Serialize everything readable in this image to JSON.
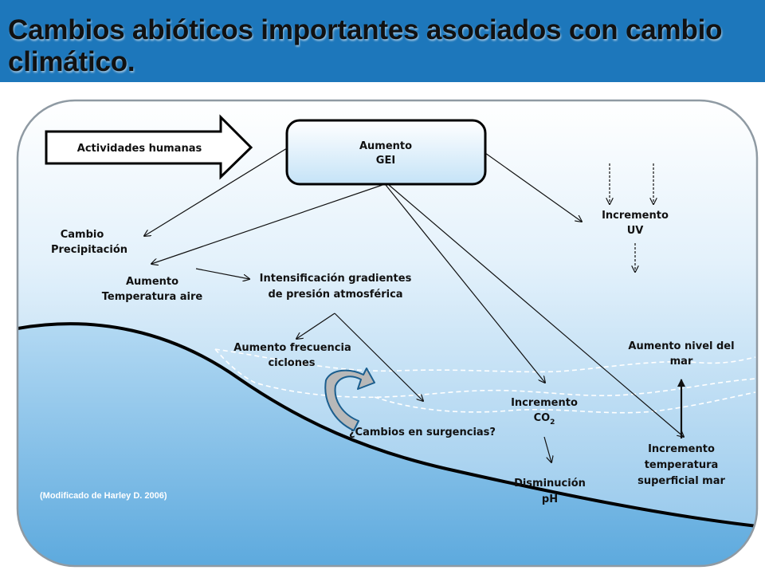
{
  "title": "Cambios abióticos importantes asociados con cambio climático.",
  "nodes": {
    "actividades_humanas": "Actividades humanas",
    "aumento_gei": [
      "Aumento",
      "GEI"
    ],
    "cambio_precipitacion": [
      "Cambio",
      "Precipitación"
    ],
    "aumento_temperatura_aire": [
      "Aumento",
      "Temperatura aire"
    ],
    "intensificacion": [
      "Intensificación gradientes",
      "de presión atmosférica"
    ],
    "incremento_uv": [
      "Incremento",
      "UV"
    ],
    "aumento_frecuencia_ciclones": [
      "Aumento frecuencia",
      "ciclones"
    ],
    "aumento_nivel_mar": [
      "Aumento nivel del",
      "mar"
    ],
    "incremento_co2": [
      "Incremento",
      "CO",
      "2"
    ],
    "cambios_surgencias": "¿Cambios en surgencias?",
    "incremento_temperatura_mar": [
      "Incremento",
      "temperatura",
      "superficial mar"
    ],
    "disminucion_ph": [
      "Disminución",
      "pH"
    ]
  },
  "credit": "(Modificado de Harley D. 2006)",
  "colors": {
    "title_bar": "#1d77bb",
    "sky_top": "#ffffff",
    "sky_bottom": "#8ec4ea",
    "sea_top": "#b3d9f3",
    "sea_bottom": "#5aa8dd",
    "ink": "#111111",
    "curved_arrow": "#b8b8b8"
  }
}
